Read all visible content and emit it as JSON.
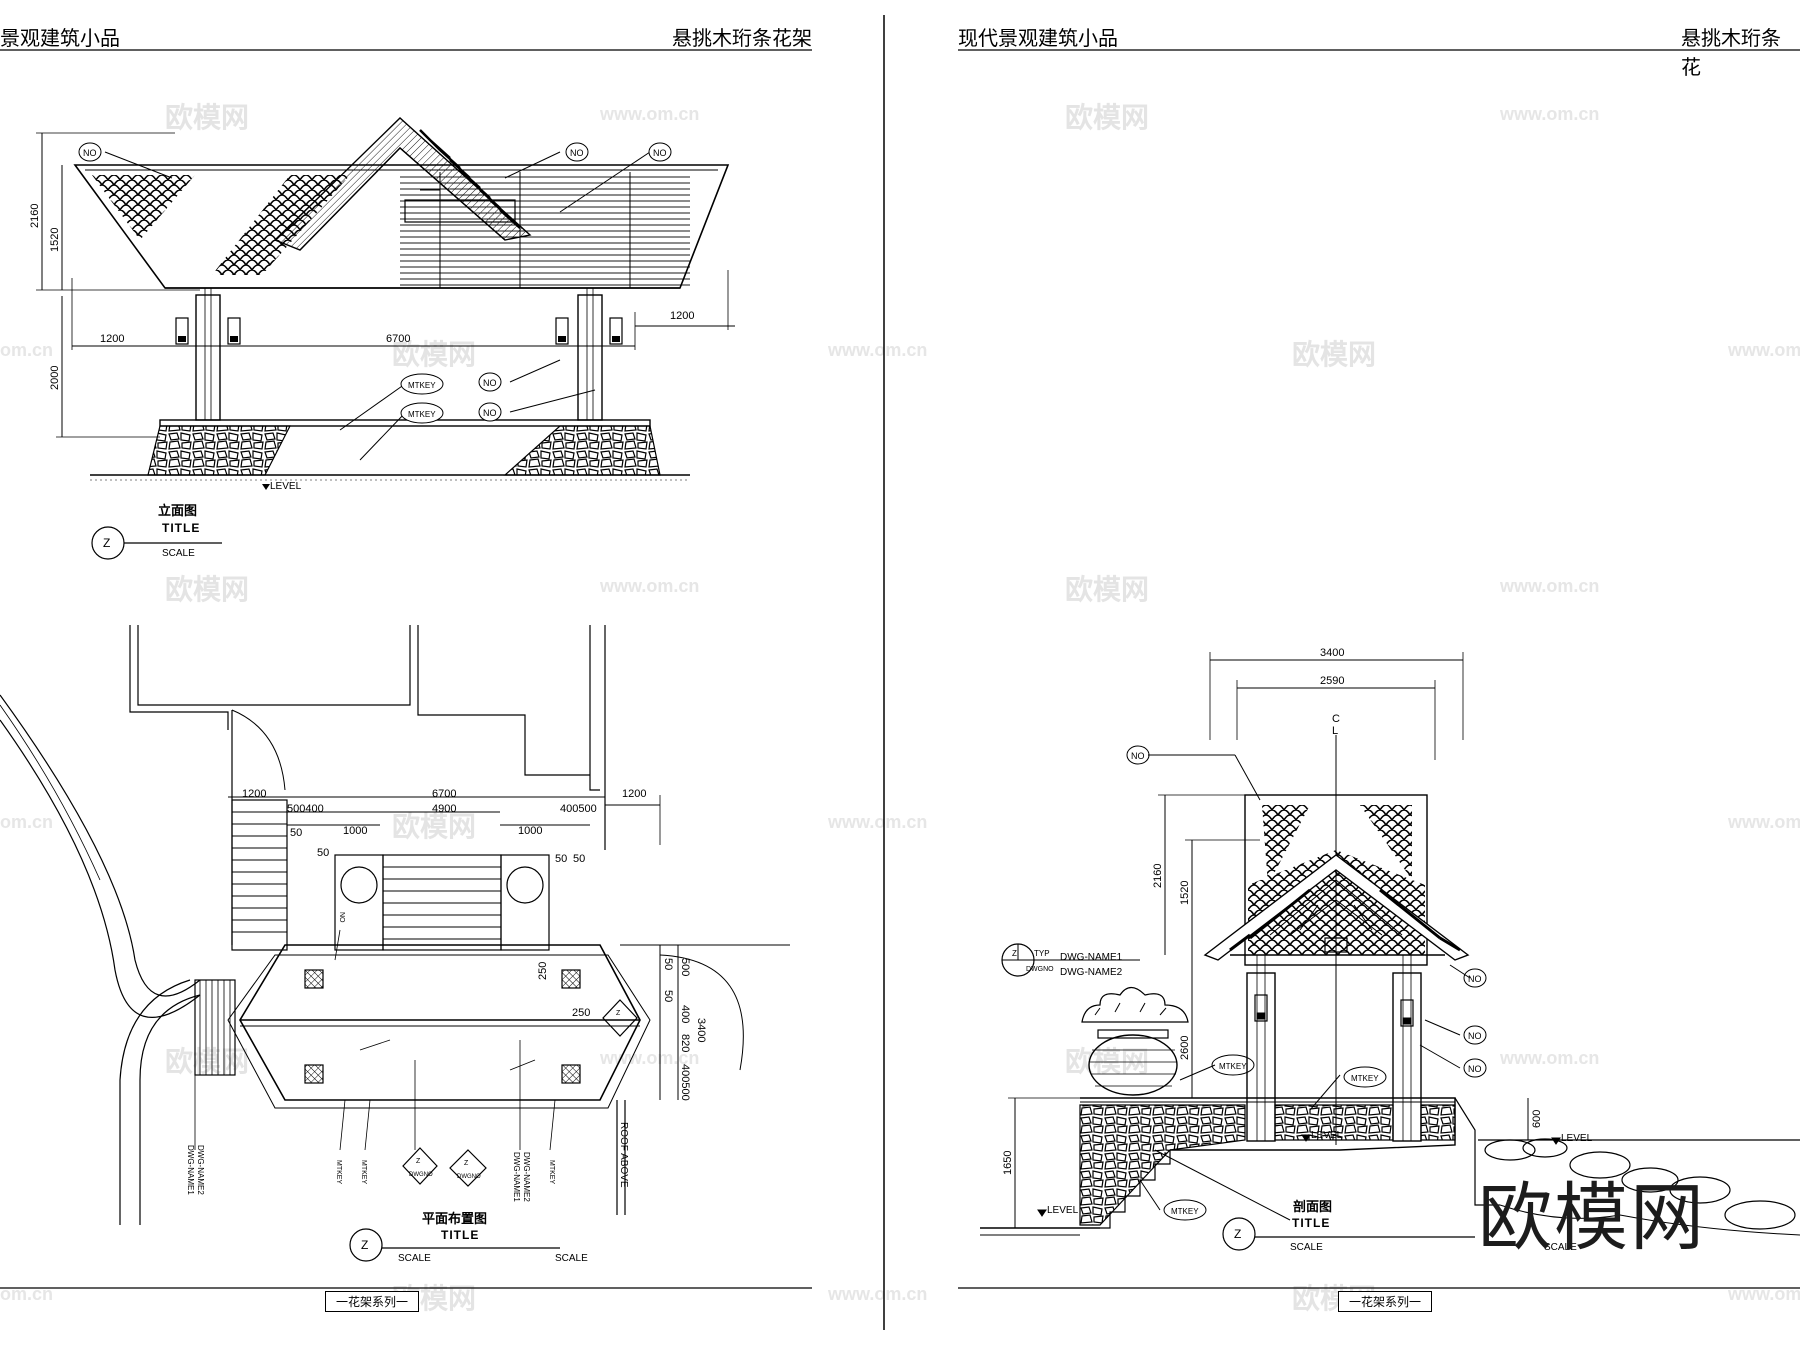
{
  "header": {
    "left_title_a": "景观建筑小品",
    "right_title_a": "悬挑木珩条花架",
    "left_title_b": "现代景观建筑小品",
    "right_title_b": "悬挑木珩条花"
  },
  "watermark": {
    "brand": "欧模网",
    "url": "www.om.cn",
    "url_short": "om.cn"
  },
  "elevation": {
    "title_cn": "立面图",
    "title": "TITLE",
    "scale": "SCALE",
    "badge": "Z",
    "dims": {
      "h_total": "2160",
      "h_roof": "1520",
      "h_post": "2000",
      "span": "6700",
      "overhang_l": "1200",
      "overhang_r": "1200"
    },
    "tags": {
      "no": "NO",
      "mtkey": "MTKEY"
    },
    "level": "LEVEL"
  },
  "plan": {
    "title_cn": "平面布置图",
    "title": "TITLE",
    "scale1": "SCALE",
    "scale2": "SCALE",
    "badge": "Z",
    "dims": {
      "total": "6700",
      "inner": "4900",
      "l1200": "1200",
      "r1200": "1200",
      "d500400": "500400",
      "d400500": "400500",
      "d1000a": "1000",
      "d1000b": "1000",
      "d50a": "50",
      "d50b": "50",
      "d50c": "50",
      "d50d": "50",
      "d250a": "250",
      "d250b": "250",
      "d3400": "3400",
      "d400": "400",
      "d820": "820",
      "d50e": "50",
      "d400500b": "400500",
      "d500": "500",
      "d50f": "50"
    },
    "roof_above": "ROOF ABOVE",
    "dwg1": "DWG-NAME1",
    "dwg2": "DWG-NAME2",
    "mtkey": "MTKEY",
    "no": "NO",
    "dwgno": "DWGNO",
    "z": "Z"
  },
  "section": {
    "title_cn": "剖面图",
    "title": "TITLE",
    "scale1": "SCALE",
    "scale2": "SCALE",
    "badge": "Z",
    "dims": {
      "top": "3400",
      "top2": "2590",
      "h_total": "2160",
      "h_roof": "1520",
      "h_post": "2600",
      "d1650": "1650",
      "d600": "600"
    },
    "cl_c": "C",
    "cl_l": "L",
    "level1": "LEVEL",
    "level2": "LEVEL",
    "level3": "LEVEL",
    "dwg1": "DWG-NAME1",
    "dwg2": "DWG-NAME2",
    "typ": "TYP",
    "dwgno": "DWGNO",
    "z": "Z",
    "no": "NO",
    "mtkey": "MTKEY"
  },
  "footer": {
    "series_left": "一花架系列一",
    "series_right": "一花架系列一"
  },
  "brand_overlay": "欧模网"
}
